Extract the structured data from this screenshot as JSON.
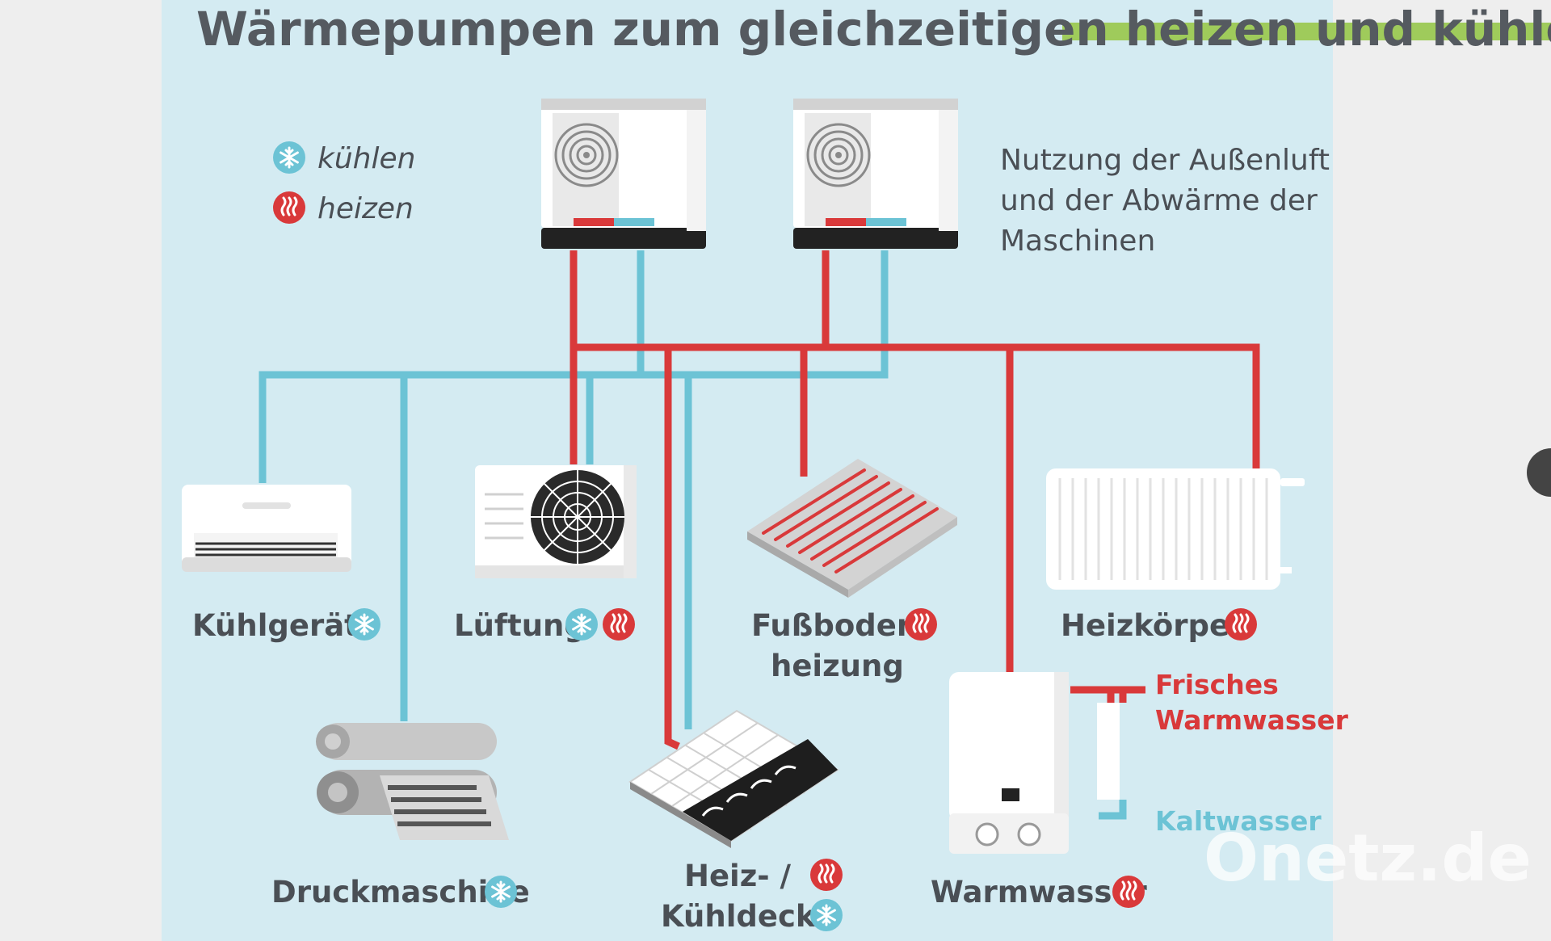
{
  "title": "Wärmepumpen zum gleichzeitigen heizen und kühlen",
  "legend": {
    "cool_label": "kühlen",
    "heat_label": "heizen"
  },
  "info": {
    "line1": "Nutzung der Außenluft",
    "line2": "und der Abwärme der",
    "line3": "Maschinen"
  },
  "devices": {
    "kuehlgeraete": "Kühlgeräte",
    "lueftung": "Lüftung",
    "fussboden_line1": "Fußboden-",
    "fussboden_line2": "heizung",
    "heizkoerper": "Heizkörper",
    "druckmaschine": "Druckmaschine",
    "decke_line1": "Heiz- /",
    "decke_line2": "Kühldecke",
    "warmwasser": "Warmwasser"
  },
  "water": {
    "hot_line1": "Frisches",
    "hot_line2": "Warmwasser",
    "cold": "Kaltwasser"
  },
  "watermark": "Onetz.de",
  "colors": {
    "hot": "#d9393a",
    "cold": "#6cc3d5",
    "background": "#d4ebf2",
    "accent_bar": "#9fcb5b"
  },
  "icons": {
    "cool": "snowflake-icon",
    "heat": "heat-waves-icon"
  }
}
